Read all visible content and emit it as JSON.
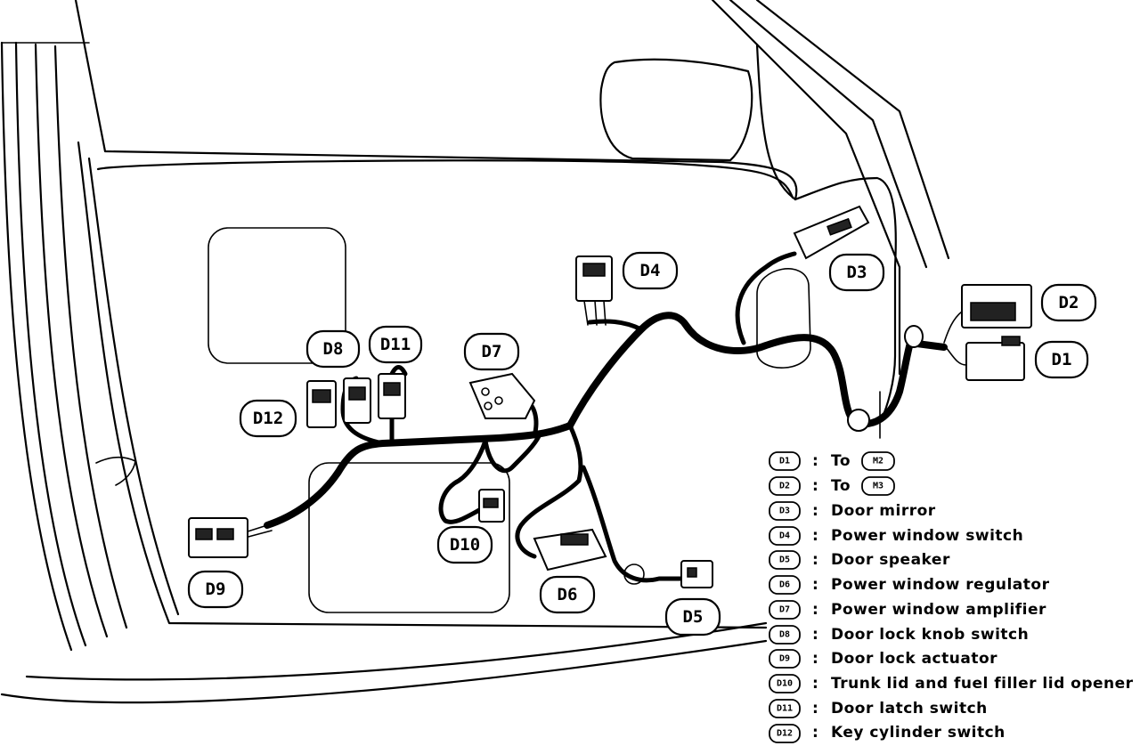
{
  "callouts": {
    "d1": "D1",
    "d2": "D2",
    "d3": "D3",
    "d4": "D4",
    "d5": "D5",
    "d6": "D6",
    "d7": "D7",
    "d8": "D8",
    "d9": "D9",
    "d10": "D10",
    "d11": "D11",
    "d12": "D12"
  },
  "legend": {
    "separator": ":",
    "items": [
      {
        "code": "D1",
        "text": "To",
        "ref": "M2"
      },
      {
        "code": "D2",
        "text": "To",
        "ref": "M3"
      },
      {
        "code": "D3",
        "text": "Door mirror"
      },
      {
        "code": "D4",
        "text": "Power window switch"
      },
      {
        "code": "D5",
        "text": "Door speaker"
      },
      {
        "code": "D6",
        "text": "Power window regulator"
      },
      {
        "code": "D7",
        "text": "Power window amplifier"
      },
      {
        "code": "D8",
        "text": "Door lock knob switch"
      },
      {
        "code": "D9",
        "text": "Door lock actuator"
      },
      {
        "code": "D10",
        "text": "Trunk lid and fuel filler lid opener"
      },
      {
        "code": "D11",
        "text": "Door latch switch"
      },
      {
        "code": "D12",
        "text": "Key cylinder switch"
      }
    ]
  }
}
